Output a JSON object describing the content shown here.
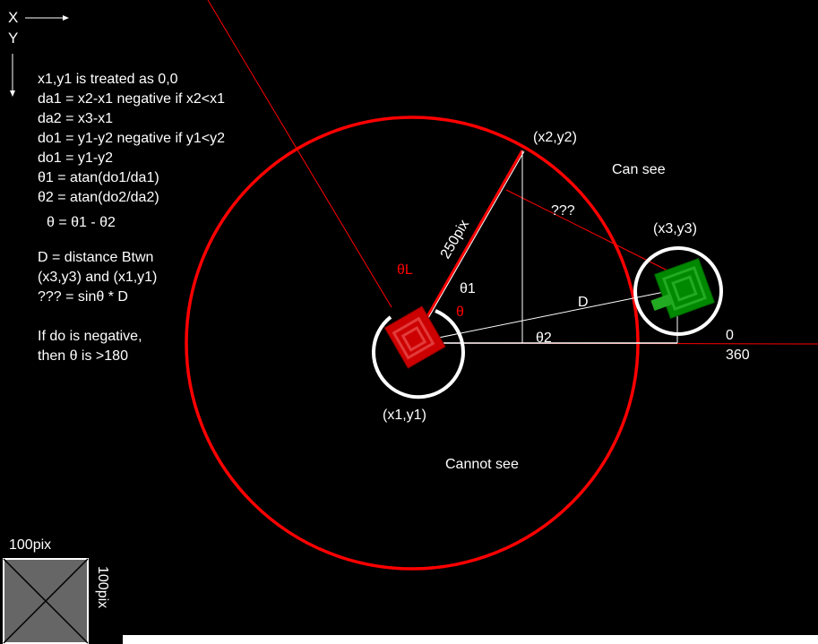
{
  "colors": {
    "background": "#000000",
    "foreground": "#ffffff",
    "red": "#ff0000",
    "tank_red": "#cc0000",
    "tank_red_light": "#e33a3a",
    "tank_green": "#008800",
    "tank_green_light": "#22aa22",
    "scale_box": "#666666"
  },
  "axes": {
    "x_label": "X",
    "y_label": "Y"
  },
  "notes": {
    "lines": [
      "x1,y1 is treated as 0,0",
      "da1 = x2-x1 negative if x2<x1",
      "da2 = x3-x1",
      "do1 = y1-y2 negative if y1<y2",
      "do1 = y1-y2",
      "θ1 = atan(do1/da1)",
      "θ2 = atan(do2/da2)"
    ],
    "theta_formula": "θ = θ1 - θ2",
    "distance_lines": [
      "D = distance Btwn",
      "(x3,y3) and (x1,y1)",
      "??? = sinθ * D"
    ],
    "negative_lines": [
      "If do is negative,",
      "then θ is >180"
    ]
  },
  "labels": {
    "p2": "(x2,y2)",
    "p3": "(x3,y3)",
    "p1": "(x1,y1)",
    "can_see": "Can see",
    "cannot_see": "Cannot see",
    "radius": "250pix",
    "theta_l": "θL",
    "theta1": "θ1",
    "theta": "θ",
    "theta2": "θ2",
    "d": "D",
    "unknown": "???",
    "zero": "0",
    "three_sixty": "360"
  },
  "scale": {
    "width_label": "100pix",
    "height_label": "100pix"
  }
}
